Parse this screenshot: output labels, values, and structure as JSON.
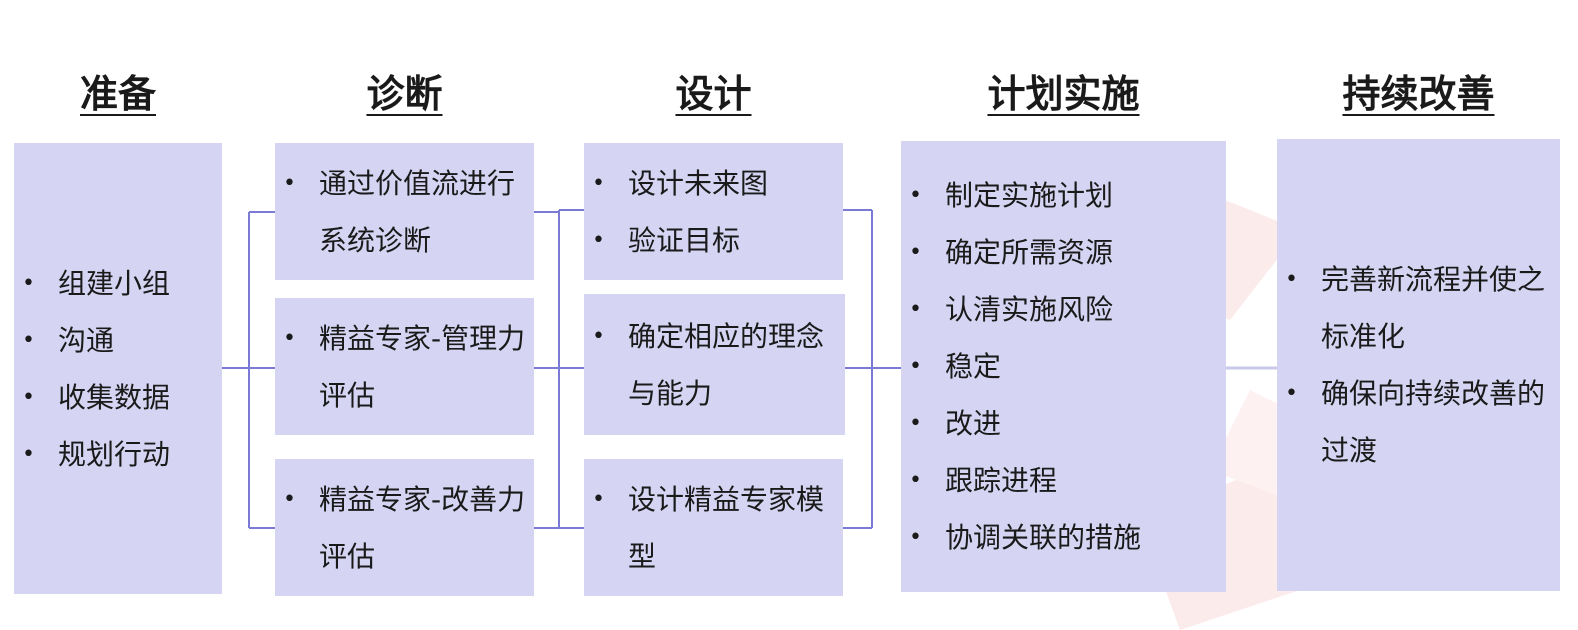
{
  "stages": [
    {
      "title": "准备",
      "items": [
        "组建小组",
        "沟通",
        "收集数据",
        "规划行动"
      ]
    },
    {
      "title": "诊断",
      "boxes": [
        {
          "items": [
            "通过价值流进行系统诊断"
          ]
        },
        {
          "items": [
            "精益专家-管理力评估"
          ]
        },
        {
          "items": [
            "精益专家-改善力评估"
          ]
        }
      ]
    },
    {
      "title": "设计",
      "boxes": [
        {
          "items": [
            "设计未来图",
            "验证目标"
          ]
        },
        {
          "items": [
            "确定相应的理念与能力"
          ]
        },
        {
          "items": [
            "设计精益专家模型"
          ]
        }
      ]
    },
    {
      "title": "计划实施",
      "items": [
        "制定实施计划",
        "确定所需资源",
        "认清实施风险",
        "稳定",
        "改进",
        "跟踪进程",
        "协调关联的措施"
      ]
    },
    {
      "title": "持续改善",
      "items": [
        "完善新流程并使之标准化",
        "确保向持续改善的过渡"
      ]
    }
  ],
  "colors": {
    "box_fill": "#d5d5f3",
    "connector": "#7b7bd6",
    "watermark": "#fbeaea"
  }
}
